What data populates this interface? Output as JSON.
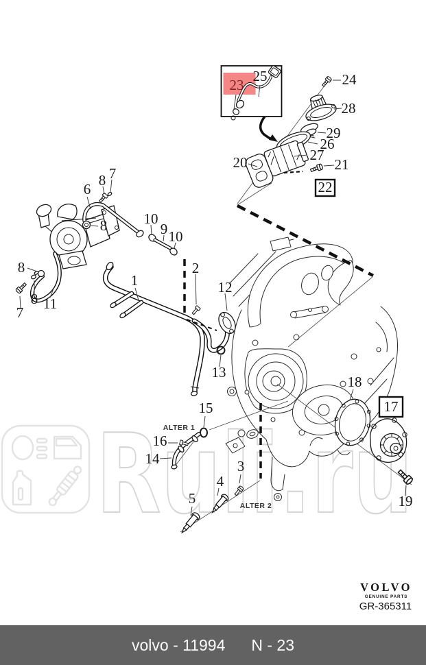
{
  "diagram": {
    "callouts": {
      "c1": "1",
      "c2": "2",
      "c3": "3",
      "c4": "4",
      "c5": "5",
      "c6": "6",
      "c7a": "7",
      "c7b": "7",
      "c8a": "8",
      "c8b": "8",
      "c8c": "8",
      "c8d": "8",
      "c9": "9",
      "c10a": "10",
      "c10b": "10",
      "c11": "11",
      "c12": "12",
      "c13": "13",
      "c14": "14",
      "c15": "15",
      "c16": "16",
      "c17": "17",
      "c18": "18",
      "c19": "19",
      "c20": "20",
      "c21": "21",
      "c22": "22",
      "c23": "23",
      "c24": "24",
      "c25": "25",
      "c26": "26",
      "c27": "27",
      "c28": "28",
      "c29": "29"
    },
    "highlighted_callout": "23",
    "boxed_callouts": [
      "17",
      "22"
    ],
    "alt_labels": {
      "alter1": "ALTER 1",
      "alter2": "ALTER 2"
    }
  },
  "watermark": {
    "text": "Ruli.ru",
    "logo_icons": [
      "headlight-icon",
      "car-door-icon",
      "oil-canister-icon",
      "shock-absorber-icon"
    ]
  },
  "brand": {
    "wordmark": "VOLVO",
    "tagline": "GENUINE PARTS",
    "code": "GR-365311"
  },
  "footer": {
    "left": "volvo - 11994",
    "right": "N - 23"
  },
  "colors": {
    "highlight_bg": "#f48686",
    "highlight_text": "#7c2424",
    "footer_bg": "#626262",
    "footer_text": "#fafafa",
    "line": "#1a1a1a",
    "watermark": "#d6d6d6"
  }
}
